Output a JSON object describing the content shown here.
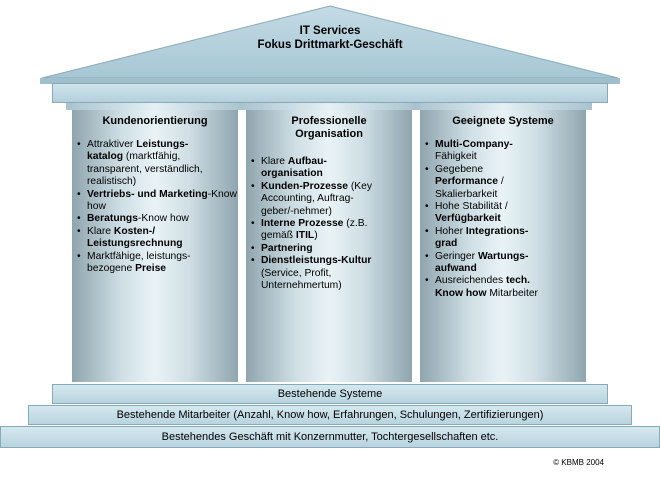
{
  "roof": {
    "line1": "IT Services",
    "line2": "Fokus Drittmarkt-Geschäft"
  },
  "columns": [
    {
      "title": [
        "Kundenorientierung"
      ],
      "items": [
        [
          {
            "t": "Attraktiver "
          },
          {
            "t": "Leistungs-",
            "b": true
          },
          {
            "br": true
          },
          {
            "t": "katalog",
            "b": true
          },
          {
            "t": " (marktfähig, transparent, verständlich, realistisch)"
          }
        ],
        [
          {
            "t": "Vertriebs- und Marketing",
            "b": true
          },
          {
            "t": "-Know how"
          }
        ],
        [
          {
            "t": "Beratungs",
            "b": true
          },
          {
            "t": "-Know how"
          }
        ],
        [
          {
            "t": "Klare "
          },
          {
            "t": "Kosten-/",
            "b": true
          },
          {
            "br": true
          },
          {
            "t": "Leistungsrechnung",
            "b": true
          }
        ],
        [
          {
            "t": "Marktfähige, leistungs-"
          },
          {
            "br": true
          },
          {
            "t": "bezogene "
          },
          {
            "t": "Preise",
            "b": true
          }
        ]
      ]
    },
    {
      "title": [
        "Professionelle",
        "Organisation"
      ],
      "items": [
        [
          {
            "t": "Klare "
          },
          {
            "t": "Aufbau-",
            "b": true
          },
          {
            "br": true
          },
          {
            "t": "organisation",
            "b": true
          }
        ],
        [
          {
            "t": "Kunden-Prozesse",
            "b": true
          },
          {
            "t": " (Key Accounting, Auftrag-"
          },
          {
            "br": true
          },
          {
            "t": "geber/-nehmer)"
          }
        ],
        [
          {
            "t": "Interne Prozesse",
            "b": true
          },
          {
            "t": " (z.B."
          },
          {
            "br": true
          },
          {
            "t": "gemäß "
          },
          {
            "t": "ITIL",
            "b": true
          },
          {
            "t": ")"
          }
        ],
        [
          {
            "t": "Partnering",
            "b": true
          }
        ],
        [
          {
            "t": "Dienstleistungs-Kultur",
            "b": true
          },
          {
            "br": true
          },
          {
            "t": "(Service, Profit,"
          },
          {
            "br": true
          },
          {
            "t": "Unternehmertum)"
          }
        ]
      ]
    },
    {
      "title": [
        "Geeignete Systeme"
      ],
      "items": [
        [
          {
            "t": "Multi-Company-",
            "b": true
          },
          {
            "br": true
          },
          {
            "t": "Fähigkeit"
          }
        ],
        [
          {
            "t": "Gegebene"
          },
          {
            "br": true
          },
          {
            "t": "Performance",
            "b": true
          },
          {
            "t": " /"
          },
          {
            "br": true
          },
          {
            "t": "Skalierbarkeit"
          }
        ],
        [
          {
            "t": "Hohe Stabilität /"
          },
          {
            "br": true
          },
          {
            "t": "Verfügbarkeit",
            "b": true
          }
        ],
        [
          {
            "t": "Hoher "
          },
          {
            "t": "Integrations-",
            "b": true
          },
          {
            "br": true
          },
          {
            "t": "grad",
            "b": true
          }
        ],
        [
          {
            "t": "Geringer "
          },
          {
            "t": "Wartungs-",
            "b": true
          },
          {
            "br": true
          },
          {
            "t": "aufwand",
            "b": true
          }
        ],
        [
          {
            "t": "Ausreichendes "
          },
          {
            "t": "tech.",
            "b": true
          },
          {
            "br": true
          },
          {
            "t": "Know how",
            "b": true
          },
          {
            "t": " Mitarbeiter"
          }
        ]
      ]
    }
  ],
  "base": {
    "systems": "Bestehende Systeme",
    "staff": "Bestehende Mitarbeiter (Anzahl, Know how, Erfahrungen, Schulungen, Zertifizierungen)",
    "business": "Bestehendes Geschäft mit Konzernmutter, Tochtergesellschaften etc."
  },
  "copyright": "© KBMB 2004",
  "colors": {
    "stone_light": "#e9f3f6",
    "stone_dark": "#8fa5ae",
    "step_light": "#d5e8ef",
    "step_dark": "#b8d4df",
    "border": "#8aa9b6"
  }
}
